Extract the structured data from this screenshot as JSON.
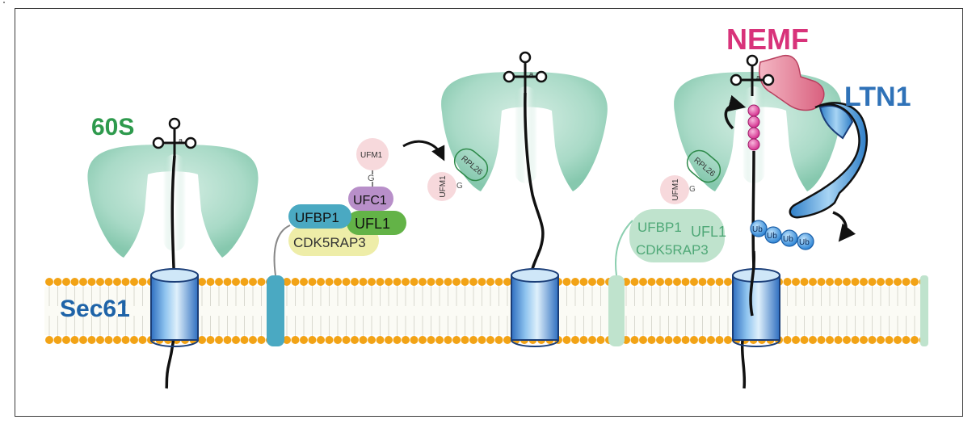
{
  "labels": {
    "ribosome_60s": "60S",
    "translocon": "Sec61",
    "nemf": "NEMF",
    "ltn1": "LTN1",
    "ufm1": "UFM1",
    "ufm1_attached": "UFM1",
    "ufm1_stage3": "UFM1",
    "glycine": "G",
    "ufc1": "UFC1",
    "ufbp1": "UFBP1",
    "ufl1": "UFL1",
    "cdk5rap3": "CDK5RAP3",
    "rpl26": "RPL26",
    "rpl26_stage3": "RPL26",
    "ufbp1_faded": "UFBP1",
    "ufl1_faded": "UFL1",
    "cdk5rap3_faded": "CDK5RAP3",
    "ubiquitin": "Ub"
  },
  "colors": {
    "label_60s": "#2e9a4d",
    "label_sec61": "#1e63a8",
    "label_nemf": "#d8337a",
    "label_ltn1": "#2f72b8",
    "membrane_head": "#f2a316",
    "ribosome": "#a9dac7",
    "ufm1_fill": "#f7d9dc",
    "ufc1_fill": "#b88fc9",
    "ufbp1_fill": "#4aa9c2",
    "ufl1_fill": "#63b347",
    "cdk5rap3_fill": "#eeeda8",
    "faded_complex": "#bfe3cd",
    "nemf_fill": "#e58aa0",
    "ltn1_fill": "#5aa6dc",
    "ubiquitin_fill": "#4b9fe0",
    "cat_tail": "#e052a4"
  }
}
